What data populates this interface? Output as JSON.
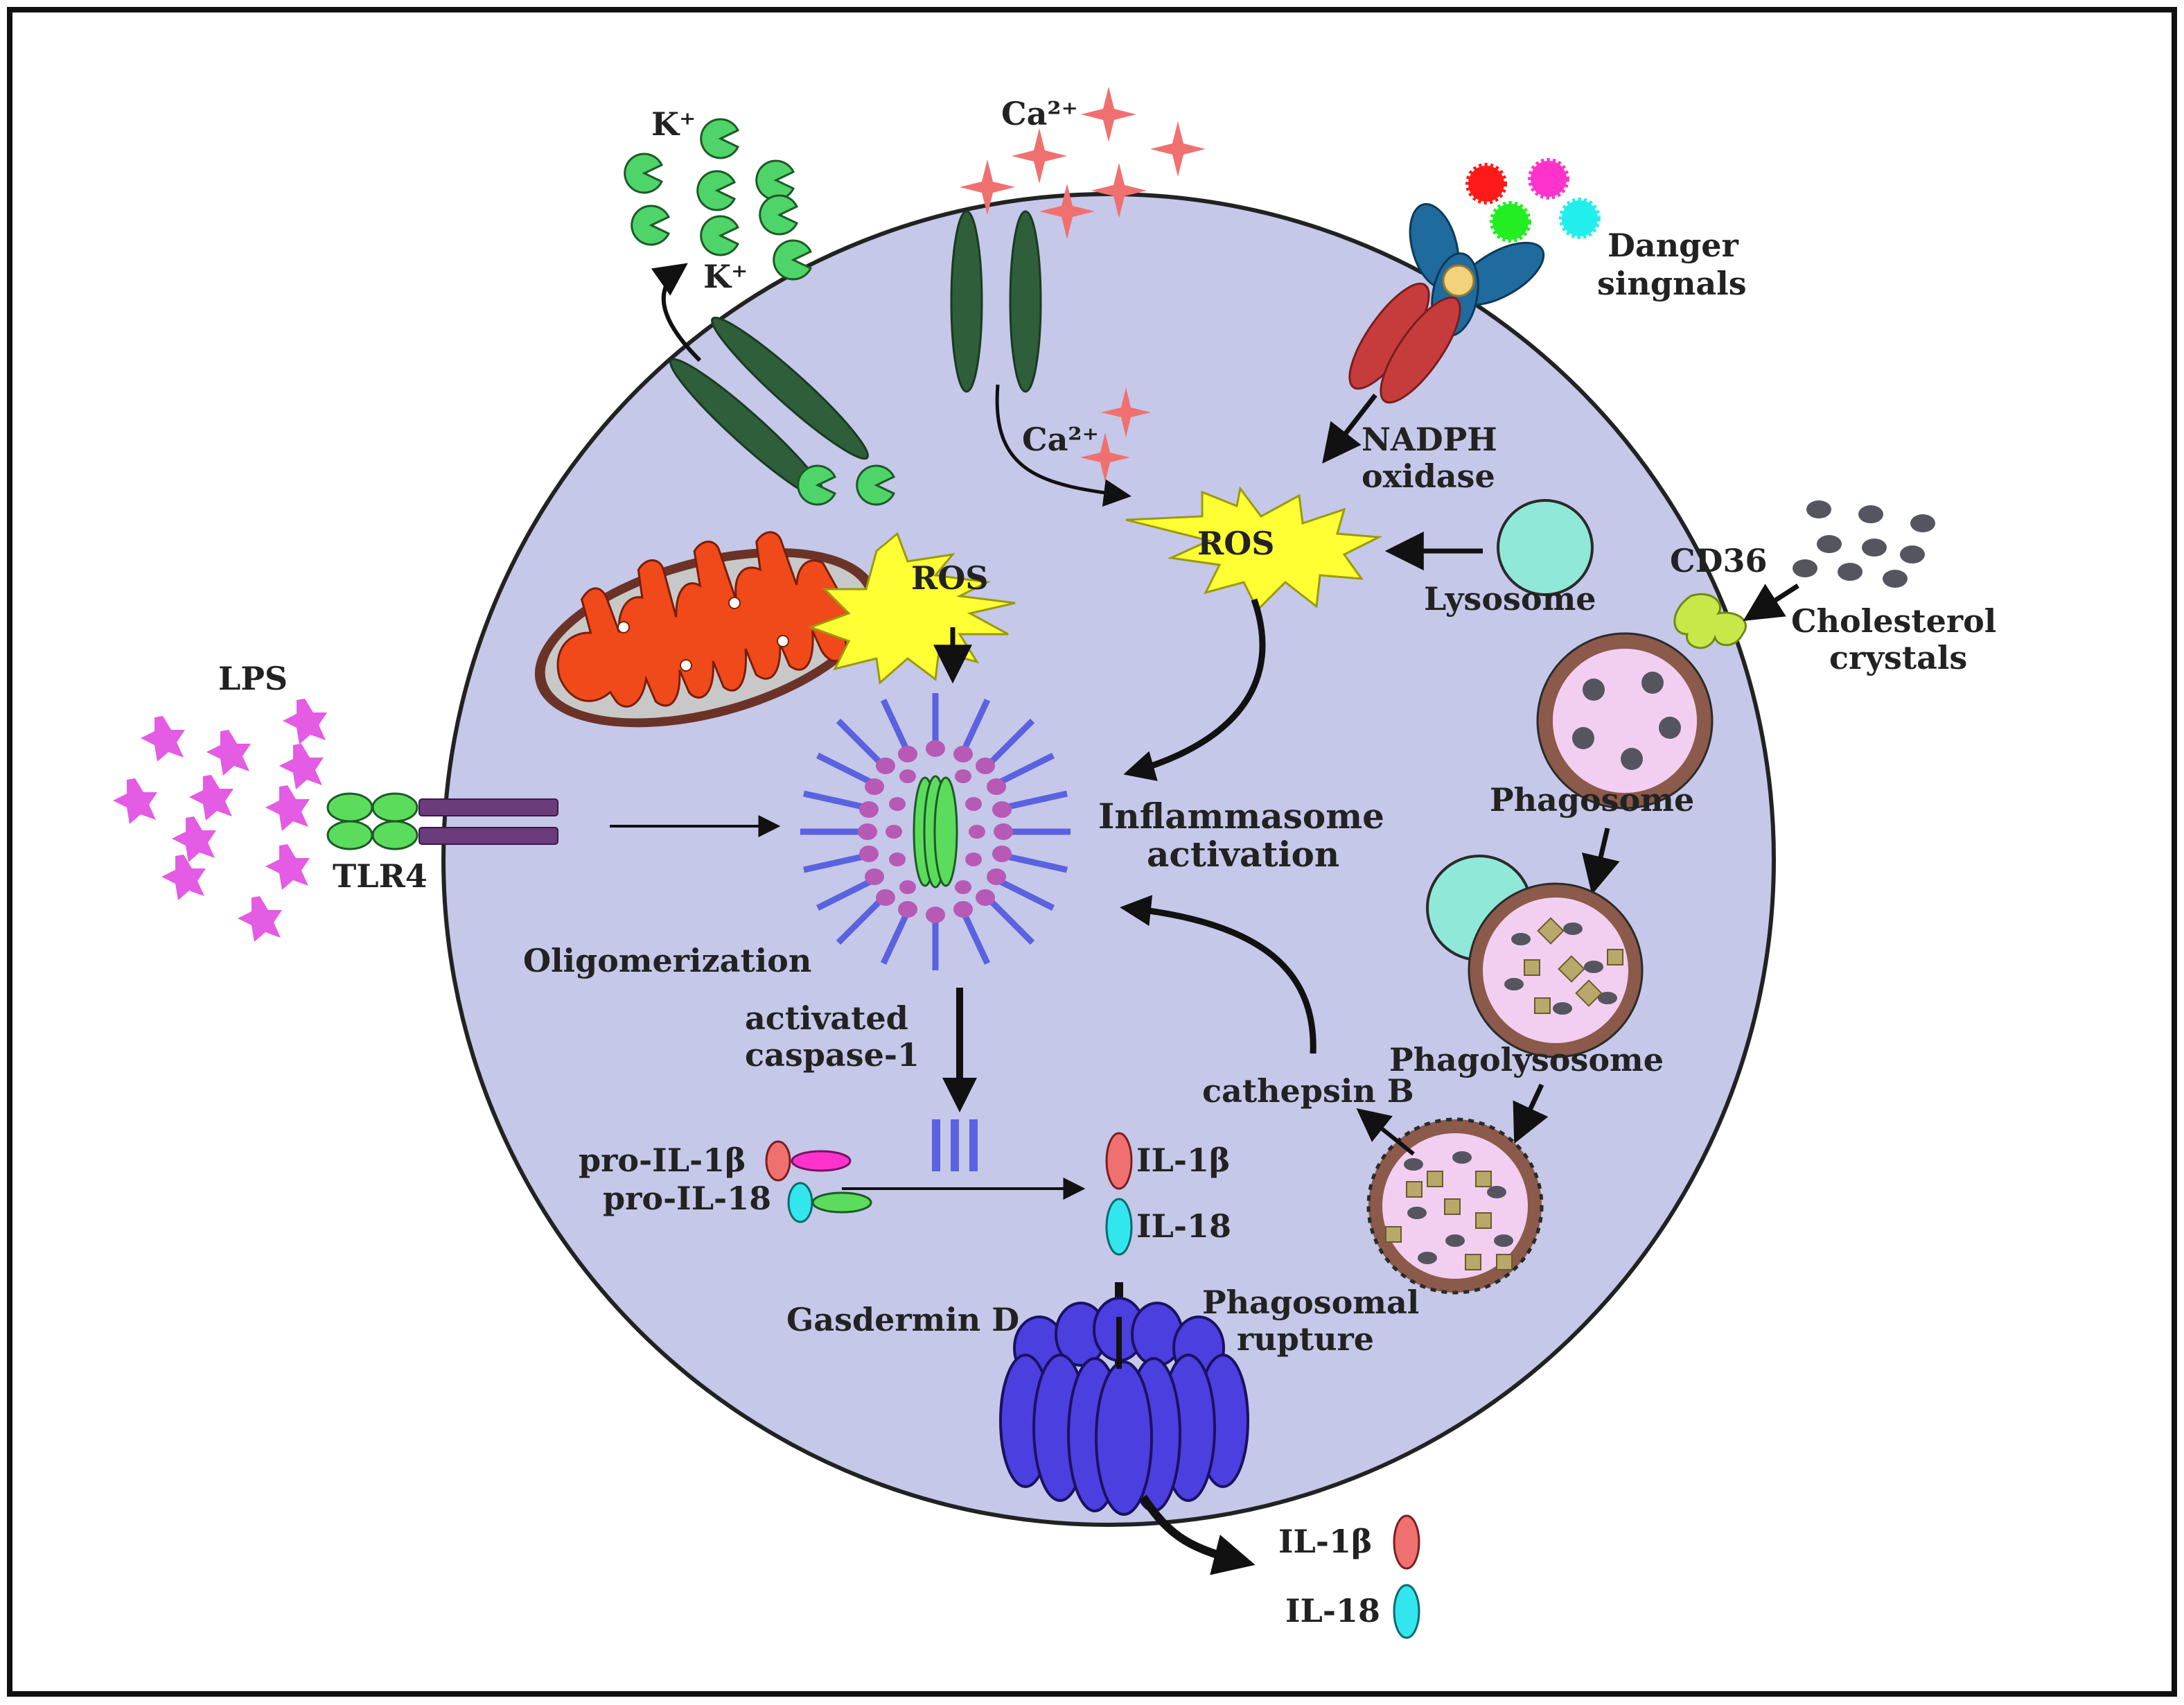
{
  "labels": {
    "k_outside": "K⁺",
    "k_efflux": "K⁺",
    "ca_outside": "Ca²⁺",
    "ca_inside": "Ca²⁺",
    "danger_line1": "Danger",
    "danger_line2": "singnals",
    "nadph_line1": "NADPH",
    "nadph_line2": "oxidase",
    "ros_1": "ROS",
    "ros_2": "ROS",
    "lysosome": "Lysosome",
    "cd36": "CD36",
    "cholesterol_line1": "Cholesterol",
    "cholesterol_line2": "crystals",
    "lps": "LPS",
    "tlr4": "TLR4",
    "phagosome": "Phagosome",
    "inflammasome_line1": "Inflammasome",
    "inflammasome_line2": "activation",
    "oligomerization": "Oligomerization",
    "caspase_line1": "activated",
    "caspase_line2": "caspase-1",
    "phagolysosome": "Phagolysosome",
    "cathepsin": "cathepsin B",
    "pro_il1b": "pro-IL-1β",
    "pro_il18": "pro-IL-18",
    "il1b_inside": "IL-1β",
    "il18_inside": "IL-18",
    "gasdermin": "Gasdermin D",
    "rupture_line1": "Phagosomal",
    "rupture_line2": "rupture",
    "il1b_released": "IL-1β",
    "il18_released": "IL-18"
  },
  "colors": {
    "cell": "#c5c8e8",
    "k_ion": "#4fd46a",
    "ca_ion": "#f07070",
    "channel": "#2f5e3a",
    "ros": "#ffff33",
    "lysosome": "#8fe8d8",
    "lps": "#e45be4",
    "tlr4_green": "#5cdc5c",
    "tlr4_purple": "#6b3b7b",
    "inflammasome_rays": "#5a62e0",
    "inflammasome_beads": "#b65ab6",
    "gasdermin": "#4b3fe0",
    "il1b": "#f07070",
    "il18": "#33e6ee",
    "mito_inner": "#f04a1a",
    "phagosome_fill": "#f2cff0",
    "phagosome_wall": "#8b5a4a",
    "cholesterol": "#555560",
    "cd36": "#c8e84a",
    "danger_receptor_blue": "#1f6b9e",
    "danger_receptor_red": "#c63c3c"
  }
}
